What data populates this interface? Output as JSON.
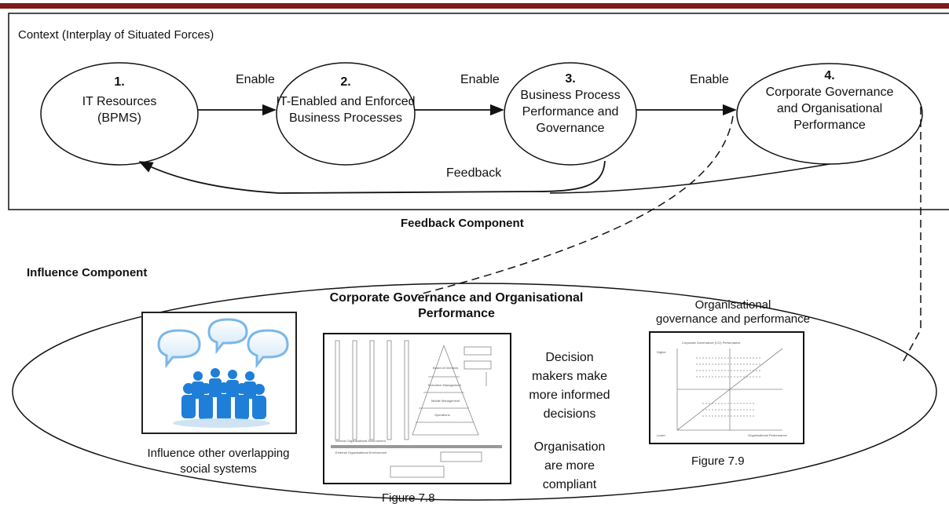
{
  "colors": {
    "top_bar": "#7f1a1a",
    "people_blue": "#1f7fd8",
    "bubble_blue": "#7ab8e8",
    "line": "#111111"
  },
  "context": {
    "title": "Context (Interplay of Situated Forces)",
    "nodes": [
      {
        "number": "1.",
        "lines": [
          "IT Resources",
          "(BPMS)"
        ]
      },
      {
        "number": "2.",
        "lines": [
          "IT-Enabled and Enforced",
          "Business Processes"
        ]
      },
      {
        "number": "3.",
        "lines": [
          "Business Process",
          "Performance and",
          "Governance"
        ]
      },
      {
        "number": "4.",
        "lines": [
          "Corporate Governance",
          "and Organisational",
          "Performance"
        ]
      }
    ],
    "edge_labels": [
      "Enable",
      "Enable",
      "Enable"
    ],
    "feedback_label": "Feedback"
  },
  "feedback_component": "Feedback Component",
  "influence": {
    "title": "Influence Component",
    "heading_line1": "Corporate Governance and Organisational",
    "heading_line2": "Performance",
    "social_caption_line1": "Influence other overlapping",
    "social_caption_line2": "social systems",
    "figure_7_8_caption": "Figure 7.8",
    "decision_text": [
      "Decision",
      "makers make",
      "more informed",
      "decisions"
    ],
    "compliance_text": [
      "Organisation",
      "are more",
      "compliant"
    ],
    "fig79_title_line1": "Organisational",
    "fig79_title_line2": "governance and performance",
    "figure_7_9_caption": "Figure 7.9"
  },
  "figure_7_8": {
    "internal_env": "Internal Organisational Environment",
    "external_env": "External Organisational Environment",
    "pyramid_levels": [
      "Board of Directors",
      "Executive Management",
      "Middle Management",
      "Operations"
    ]
  },
  "figure_7_9": {
    "axis_x": "Organisational Performance",
    "axis_y": "Corporate Governance (CG) Performance",
    "high_label": "Higher",
    "low_label": "Lower"
  }
}
